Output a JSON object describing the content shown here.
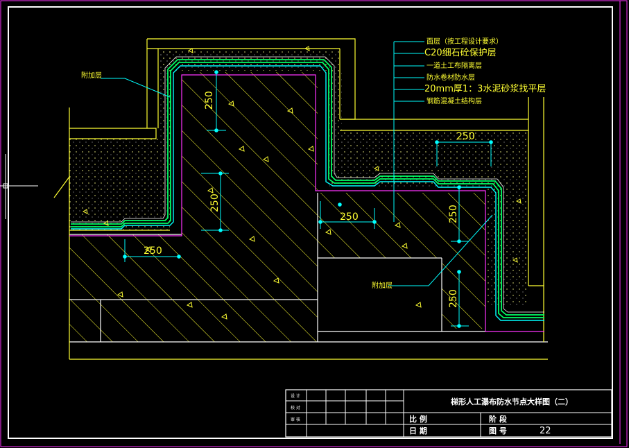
{
  "layers": {
    "l1": "面层（按工程设计要求）",
    "l2": "C20细石砼保护层",
    "l3": "一道土工布隔离层",
    "l4": "防水卷材防水层",
    "l5": "20mm厚1：3水泥砂浆找平层",
    "l6": "钢筋混凝土结构层"
  },
  "callouts": {
    "left": "附加层",
    "right": "附加层"
  },
  "dimensions": {
    "d1": "250",
    "d2": "250",
    "d3": "250",
    "d4": "250",
    "d5": "250",
    "d6": "250",
    "d7": "250"
  },
  "title_block": {
    "title": "梯形人工瀑布防水节点大样图（二）",
    "scale_label": "比  例",
    "stage_label": "阶  段",
    "date_label": "日  期",
    "drawing_no_label": "图  号",
    "drawing_no": "22",
    "sign_rows": [
      "设 计",
      "校 对",
      "审 核"
    ]
  },
  "colors": {
    "background": "#000000",
    "line_white": "#ffffff",
    "line_yellow": "#ffff33",
    "line_green": "#00ff66",
    "line_cyan": "#00ffff",
    "line_magenta": "#ff33ff"
  }
}
